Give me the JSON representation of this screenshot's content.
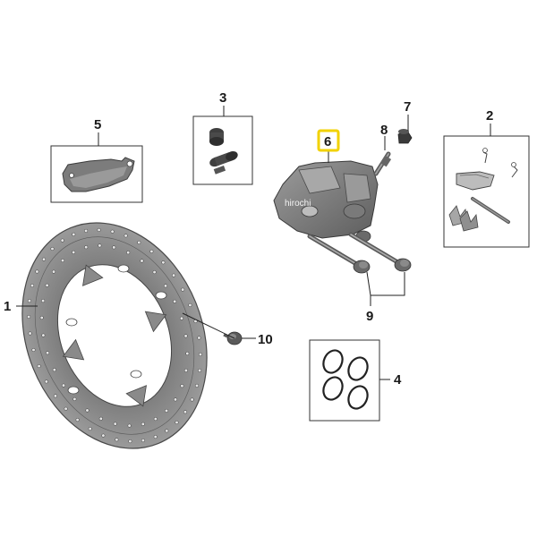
{
  "callouts": {
    "c1": "1",
    "c2": "2",
    "c3": "3",
    "c4": "4",
    "c5": "5",
    "c6": "6",
    "c7": "7",
    "c8": "8",
    "c9": "9",
    "c10": "10"
  },
  "watermark": "hirochi",
  "colors": {
    "highlight": "#f2d200",
    "metal_dark": "#6d6d6d",
    "metal_mid": "#8e8e8e",
    "metal_light": "#bdbdbd",
    "line": "#222222"
  }
}
